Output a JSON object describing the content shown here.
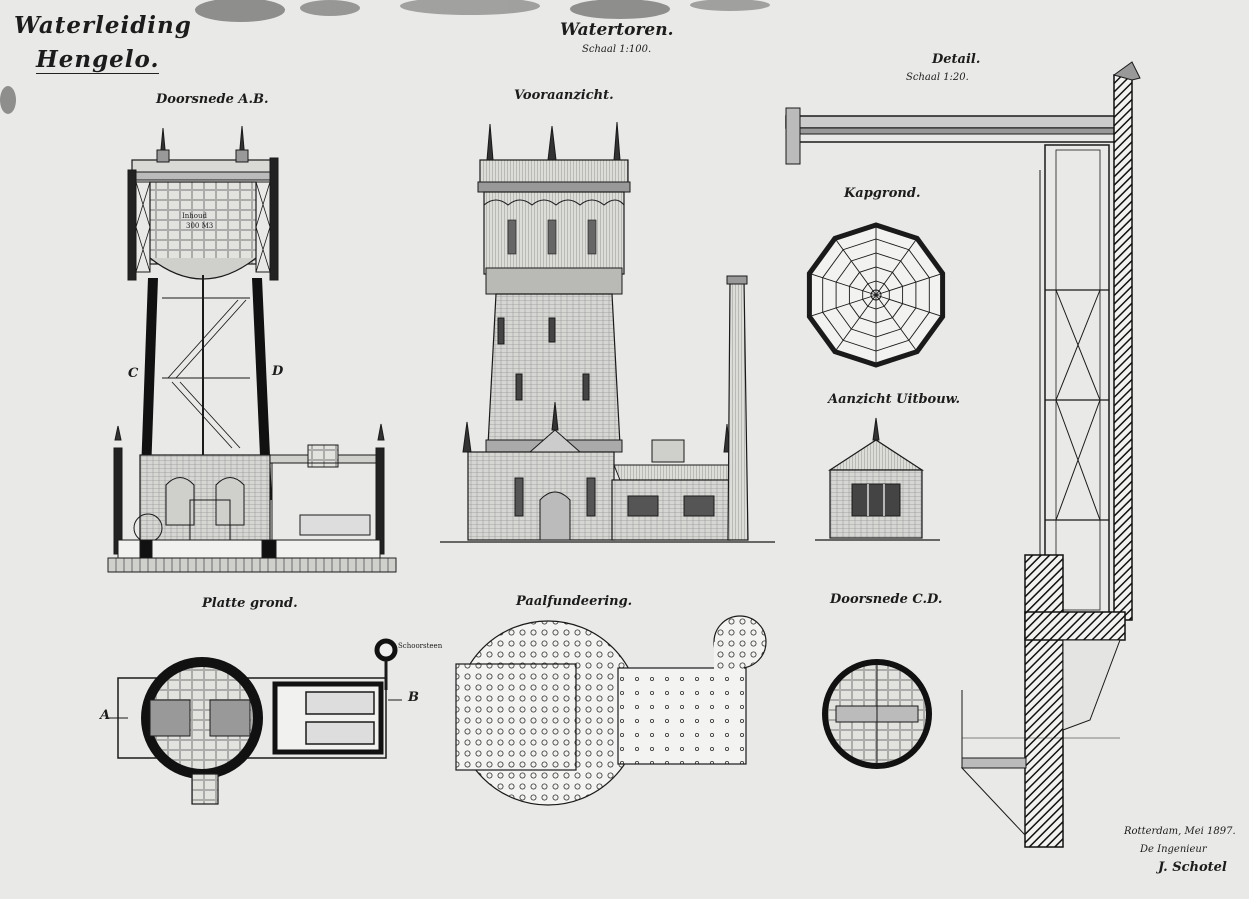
{
  "sheet": {
    "title_line1": "Waterleiding",
    "title_line2": "Hengelo.",
    "main_title": "Watertoren.",
    "main_scale": "Schaal 1:100.",
    "detail_title": "Detail.",
    "detail_scale": "Schaal 1:20."
  },
  "views": {
    "section_ab": "Doorsnede A.B.",
    "front_elevation": "Vooraanzicht.",
    "ceiling_plan": "Kapgrond.",
    "annex_view": "Aanzicht Uitbouw.",
    "floor_plan": "Platte grond.",
    "pile_foundation": "Paalfundeering.",
    "section_cd": "Doorsnede C.D.",
    "chimney_label": "Schoorsteen"
  },
  "section_labels": {
    "c": "C",
    "d": "D",
    "a": "A",
    "b": "B"
  },
  "tank_label": {
    "line1": "Inhoud",
    "line2": "300 M3"
  },
  "signature": {
    "place_date": "Rotterdam, Mei 1897.",
    "role": "De Ingenieur",
    "name": "J. Schotel"
  },
  "colors": {
    "paper": "#e9e9e7",
    "ink": "#1c1c1c"
  }
}
